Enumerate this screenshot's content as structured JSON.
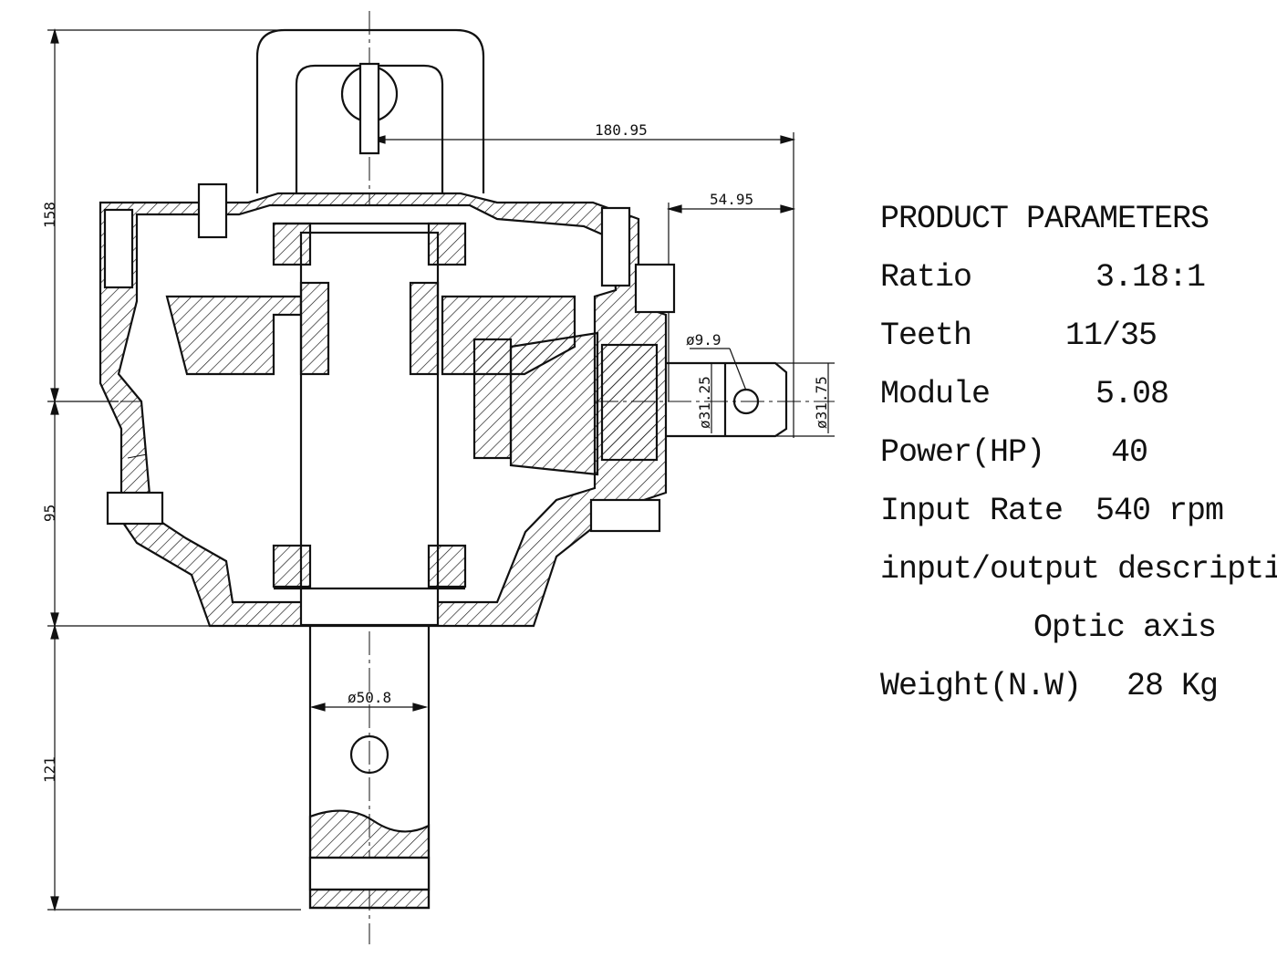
{
  "dimensions": {
    "top_height": "158",
    "mid_height": "95",
    "shaft_length": "121",
    "horizontal_offset": "180.95",
    "input_shaft_length": "54.95",
    "pin_hole": "ø9.9",
    "shaft_dia_inner": "ø31.25",
    "shaft_dia_outer": "ø31.75",
    "output_shaft_dia": "ø50.8"
  },
  "parameters": {
    "title": "PRODUCT PARAMETERS",
    "ratio_label": "Ratio",
    "ratio_value": "3.18:1",
    "teeth_label": "Teeth",
    "teeth_value": "11/35",
    "module_label": "Module",
    "module_value": "5.08",
    "power_label": "Power(HP)",
    "power_value": "40",
    "input_rate_label": "Input Rate",
    "input_rate_value": "540 rpm",
    "io_label": "input/output description",
    "io_value": "Optic axis",
    "weight_label": "Weight(N.W)",
    "weight_value": "28 Kg"
  },
  "colors": {
    "line": "#111111",
    "background": "#ffffff"
  }
}
